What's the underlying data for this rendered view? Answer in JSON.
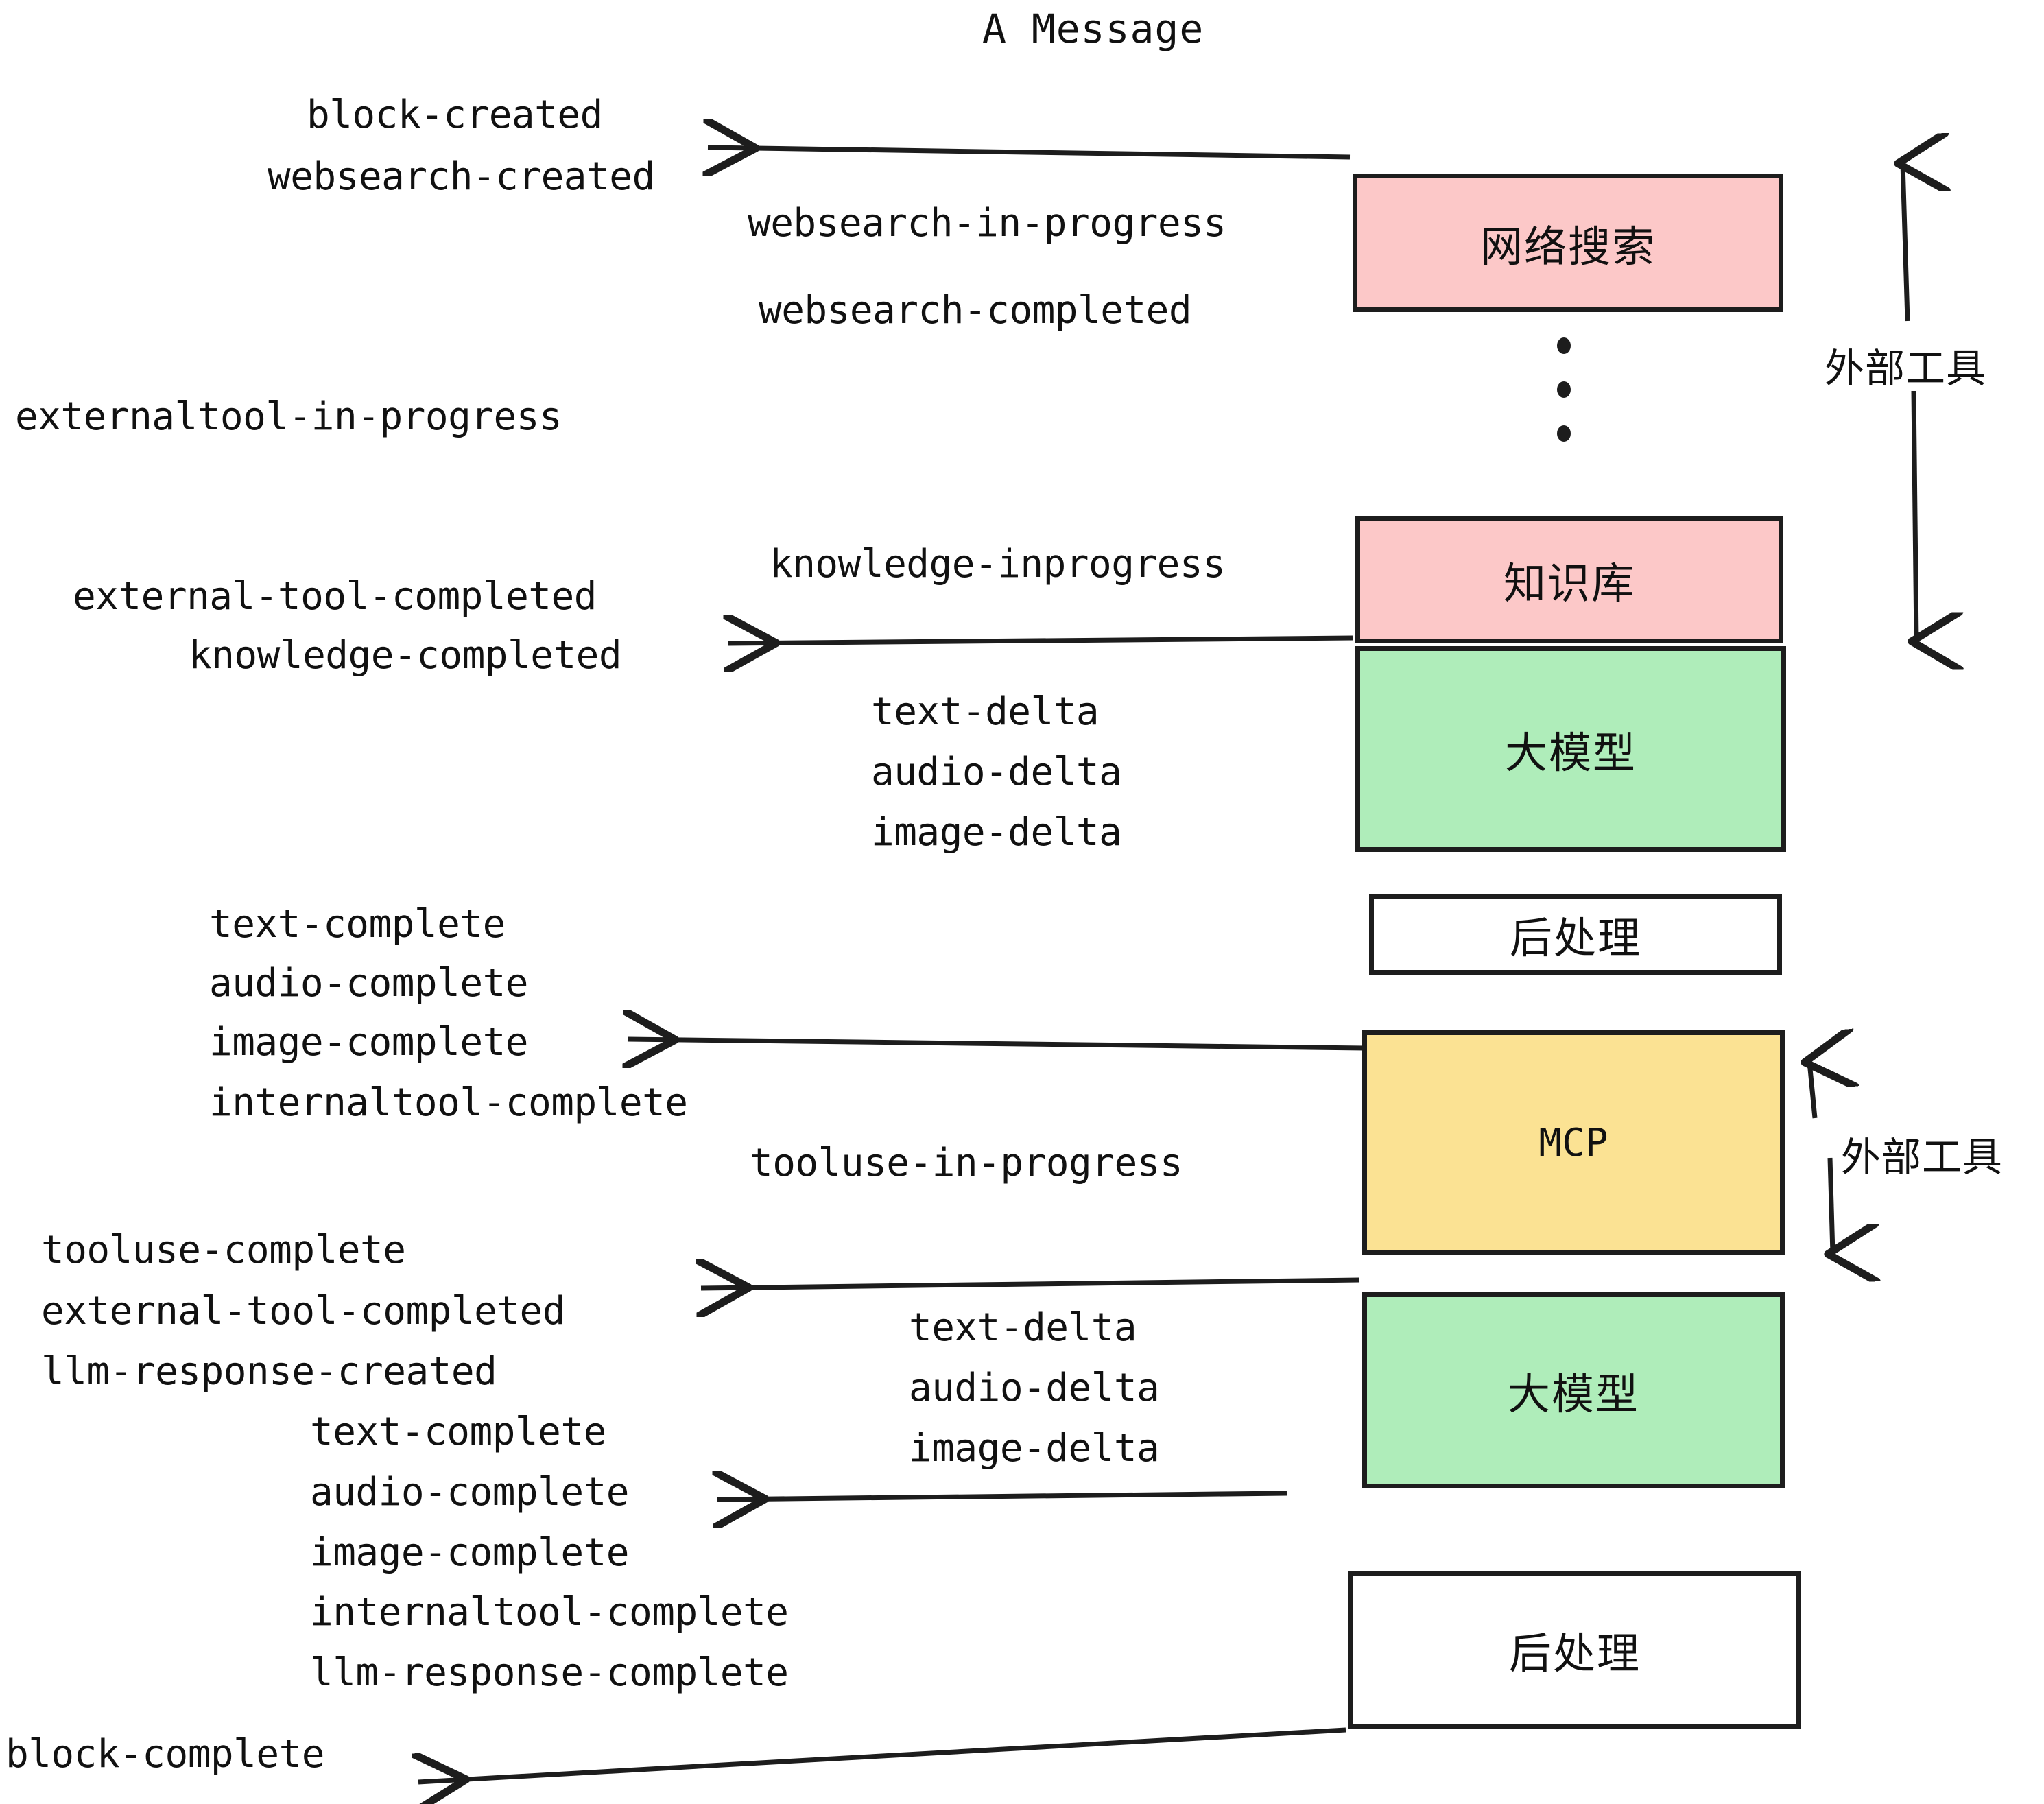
{
  "title": "A Message",
  "events": {
    "block_created": "block-created",
    "websearch_created": "websearch-created",
    "websearch_in_progress": "websearch-in-progress",
    "websearch_completed": "websearch-completed",
    "externaltool_in_progress": "externaltool-in-progress",
    "knowledge_inprogress": "knowledge-inprogress",
    "external_tool_completed_1": "external-tool-completed",
    "knowledge_completed": "knowledge-completed",
    "text_delta_1": "text-delta",
    "audio_delta_1": "audio-delta",
    "image_delta_1": "image-delta",
    "text_complete_1": "text-complete",
    "audio_complete_1": "audio-complete",
    "image_complete_1": "image-complete",
    "internaltool_complete_1": "internaltool-complete",
    "tooluse_in_progress": "tooluse-in-progress",
    "tooluse_complete": "tooluse-complete",
    "external_tool_completed_2": "external-tool-completed",
    "llm_response_created": "llm-response-created",
    "text_delta_2": "text-delta",
    "audio_delta_2": "audio-delta",
    "image_delta_2": "image-delta",
    "text_complete_2": "text-complete",
    "audio_complete_2": "audio-complete",
    "image_complete_2": "image-complete",
    "internaltool_complete_2": "internaltool-complete",
    "llm_response_complete": "llm-response-complete",
    "block_complete": "block-complete"
  },
  "boxes": {
    "websearch": "网络搜索",
    "knowledge": "知识库",
    "llm_1": "大模型",
    "postprocess_1": "后处理",
    "mcp": "MCP",
    "llm_2": "大模型",
    "postprocess_2": "后处理"
  },
  "side_labels": {
    "external_tools_top": "外部工具",
    "external_tools_bottom": "外部工具"
  },
  "colors": {
    "pink": "#FCC8C8",
    "green": "#AFEDBA",
    "yellow": "#FBE293",
    "white": "#FFFFFF",
    "stroke": "#1D1D1D",
    "text": "#111111"
  },
  "ellipsis_dots": 3
}
